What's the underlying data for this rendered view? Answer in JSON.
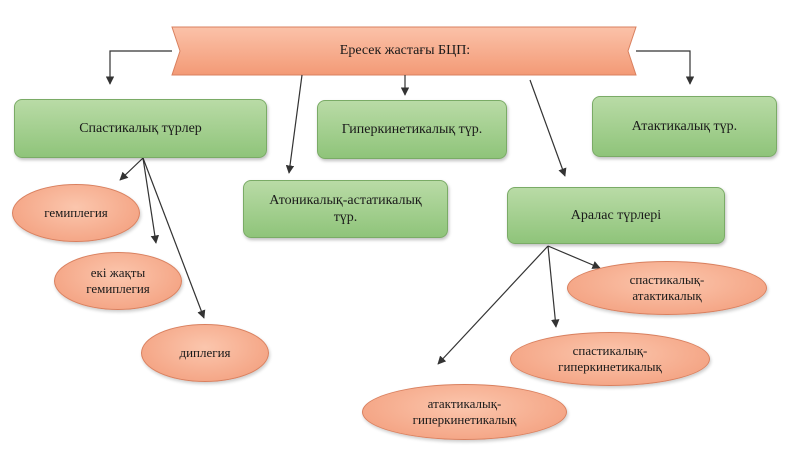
{
  "root": {
    "label": "Ересек жастағы БЦП:"
  },
  "types": {
    "spastic": "Спастикалық түрлер",
    "hyperkinetic": "Гиперкинетикалық түр.",
    "ataxic": "Атактикалық түр.",
    "atonic": "Атоникалық-астатикалық түр.",
    "mixed": "Аралас түрлері"
  },
  "spastic_sub": {
    "hemiplegia": "гемиплегия",
    "double_hemiplegia": "екі жақты гемиплегия",
    "diplegia": "диплегия"
  },
  "mixed_sub": {
    "spastic_ataxic": "спастикалық-атактикалық",
    "spastic_hyperkinetic": "спастикалық-гиперкинетикалық",
    "ataxic_hyperkinetic": "атактикалық-гиперкинетикалық"
  },
  "colors": {
    "banner": "#f6a483",
    "green_box": "#9dcb87",
    "ellipse": "#f4a584",
    "arrow": "#333333"
  }
}
